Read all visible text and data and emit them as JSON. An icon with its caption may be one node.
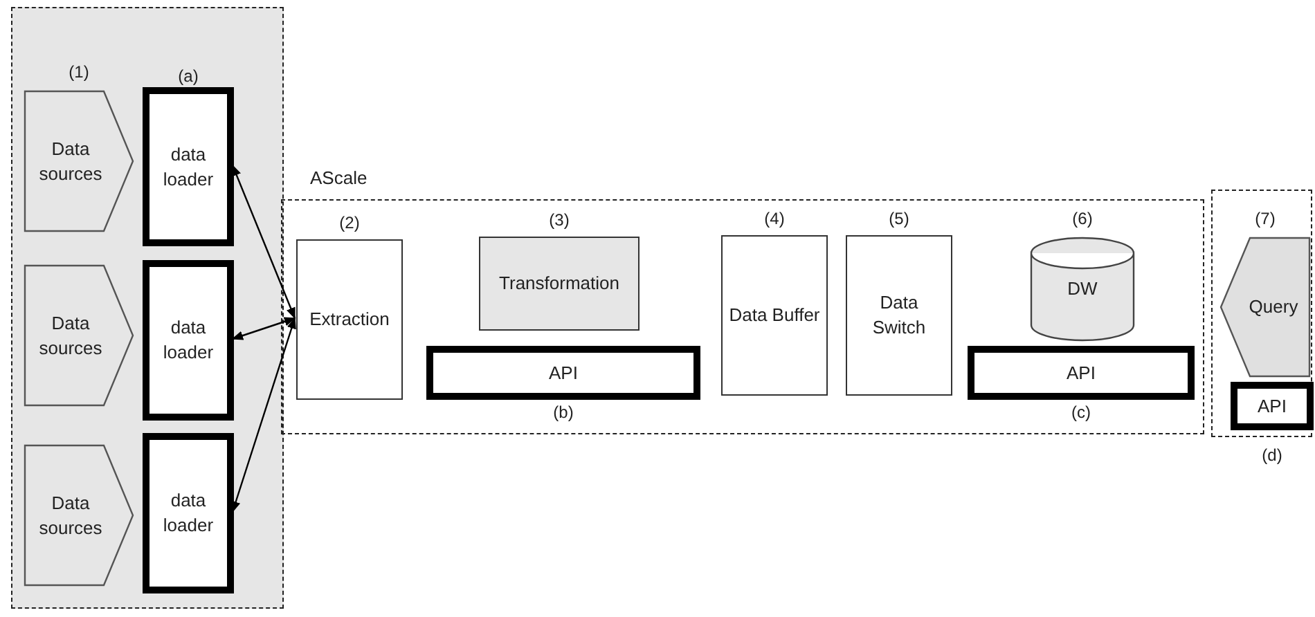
{
  "diagram": {
    "nodes": [
      {
        "text": [],
        "shape": "box"
      },
      {
        "text": [
          "Data sources"
        ],
        "beside": [
          "(1)"
        ],
        "in": 0
      },
      {
        "text": [
          "data loader"
        ],
        "beside": [
          "(a)"
        ],
        "in": 0
      },
      {
        "text": [
          "Data sources"
        ],
        "in": 0
      },
      {
        "text": [
          "data loader"
        ],
        "in": 0
      },
      {
        "text": [
          "Data sources"
        ],
        "in": 0
      },
      {
        "text": [
          "data loader"
        ],
        "in": 0
      },
      {
        "text": [
          "AScale"
        ]
      },
      {
        "text": [
          "Extraction"
        ],
        "beside": [
          "(2)"
        ],
        "in": 7
      },
      {
        "text": [
          "Transformation"
        ],
        "beside": [
          "(3)"
        ],
        "in": 7
      },
      {
        "text": [
          "API"
        ],
        "beside": [
          "(b)"
        ],
        "in": 7
      },
      {
        "text": [
          "Data Buffer"
        ],
        "beside": [
          "(4)"
        ],
        "in": 7
      },
      {
        "text": [
          "Data Switch"
        ],
        "beside": [
          "(5)"
        ],
        "in": 7
      },
      {
        "text": [
          "DW"
        ],
        "beside": [
          "(6)"
        ],
        "in": 7
      },
      {
        "text": [
          "API"
        ],
        "beside": [
          "(c)"
        ],
        "in": 7
      },
      {
        "text": [],
        "shape": "box"
      },
      {
        "text": [
          "Query"
        ],
        "beside": [
          "(7)"
        ],
        "in": 15
      },
      {
        "text": [
          "API"
        ],
        "beside": [
          "(d)"
        ],
        "in": 15
      }
    ],
    "edges": [
      {
        "from": 2,
        "to": 8,
        "arrow": "both"
      },
      {
        "from": 4,
        "to": 8,
        "arrow": "both"
      },
      {
        "from": 6,
        "to": 8,
        "arrow": "both"
      }
    ]
  }
}
